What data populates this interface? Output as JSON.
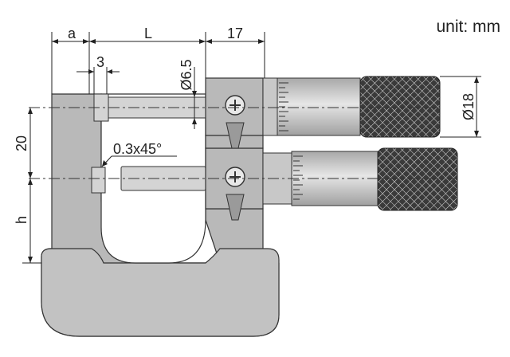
{
  "unit_label": "unit: mm",
  "labels": {
    "a": "a",
    "L": "L",
    "seventeen": "17",
    "three": "3",
    "d65": "Ø6.5",
    "d18": "Ø18",
    "twenty": "20",
    "h": "h",
    "chamfer": "0.3x45°"
  },
  "colors": {
    "body": "#b9b9b9",
    "knurl": "#3a3a3a"
  }
}
